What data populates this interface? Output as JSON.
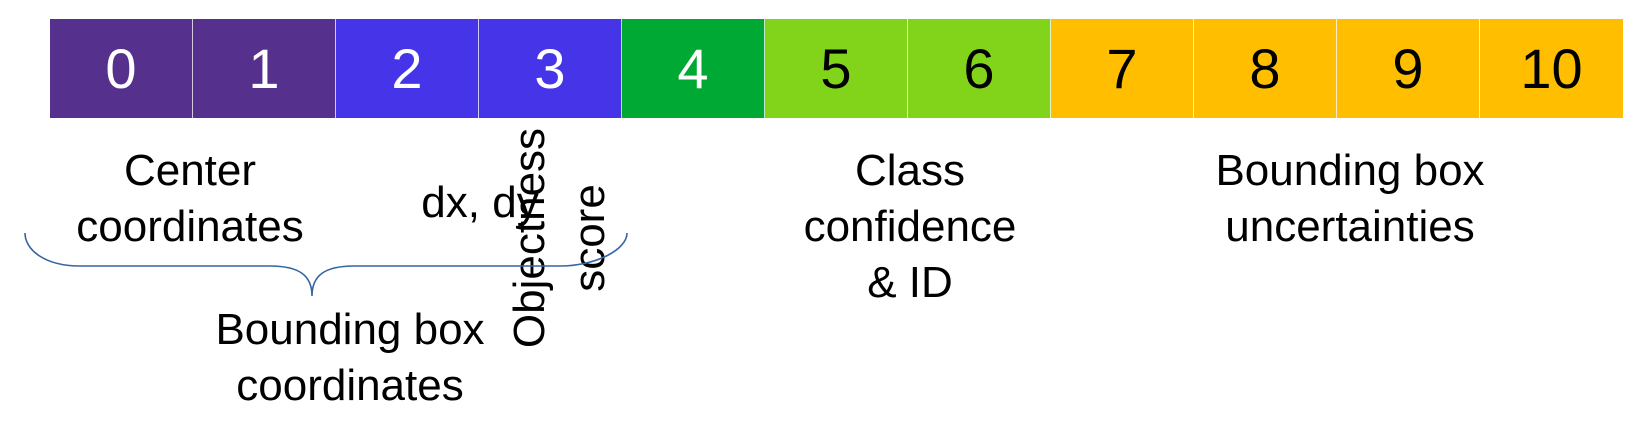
{
  "cells": [
    {
      "label": "0",
      "bg": "#55308d",
      "fg": "#ffffff"
    },
    {
      "label": "1",
      "bg": "#55308d",
      "fg": "#ffffff"
    },
    {
      "label": "2",
      "bg": "#4635e8",
      "fg": "#ffffff"
    },
    {
      "label": "3",
      "bg": "#4635e8",
      "fg": "#ffffff"
    },
    {
      "label": "4",
      "bg": "#00a933",
      "fg": "#ffffff"
    },
    {
      "label": "5",
      "bg": "#81d41a",
      "fg": "#000000"
    },
    {
      "label": "6",
      "bg": "#81d41a",
      "fg": "#000000"
    },
    {
      "label": "7",
      "bg": "#ffbf00",
      "fg": "#000000"
    },
    {
      "label": "8",
      "bg": "#ffbf00",
      "fg": "#000000"
    },
    {
      "label": "9",
      "bg": "#ffbf00",
      "fg": "#000000"
    },
    {
      "label": "10",
      "bg": "#ffbf00",
      "fg": "#000000"
    }
  ],
  "labels": {
    "center_coordinates": "Center\ncoordinates",
    "dx_dy": "dx, dy",
    "bounding_box_coordinates": "Bounding box\ncoordinates",
    "objectness_score": "Objectness\nscore",
    "class_confidence": "Class\nconfidence\n& ID",
    "bounding_box_uncertainties": "Bounding box\nuncertainties"
  },
  "brace_color": "#3465a4"
}
